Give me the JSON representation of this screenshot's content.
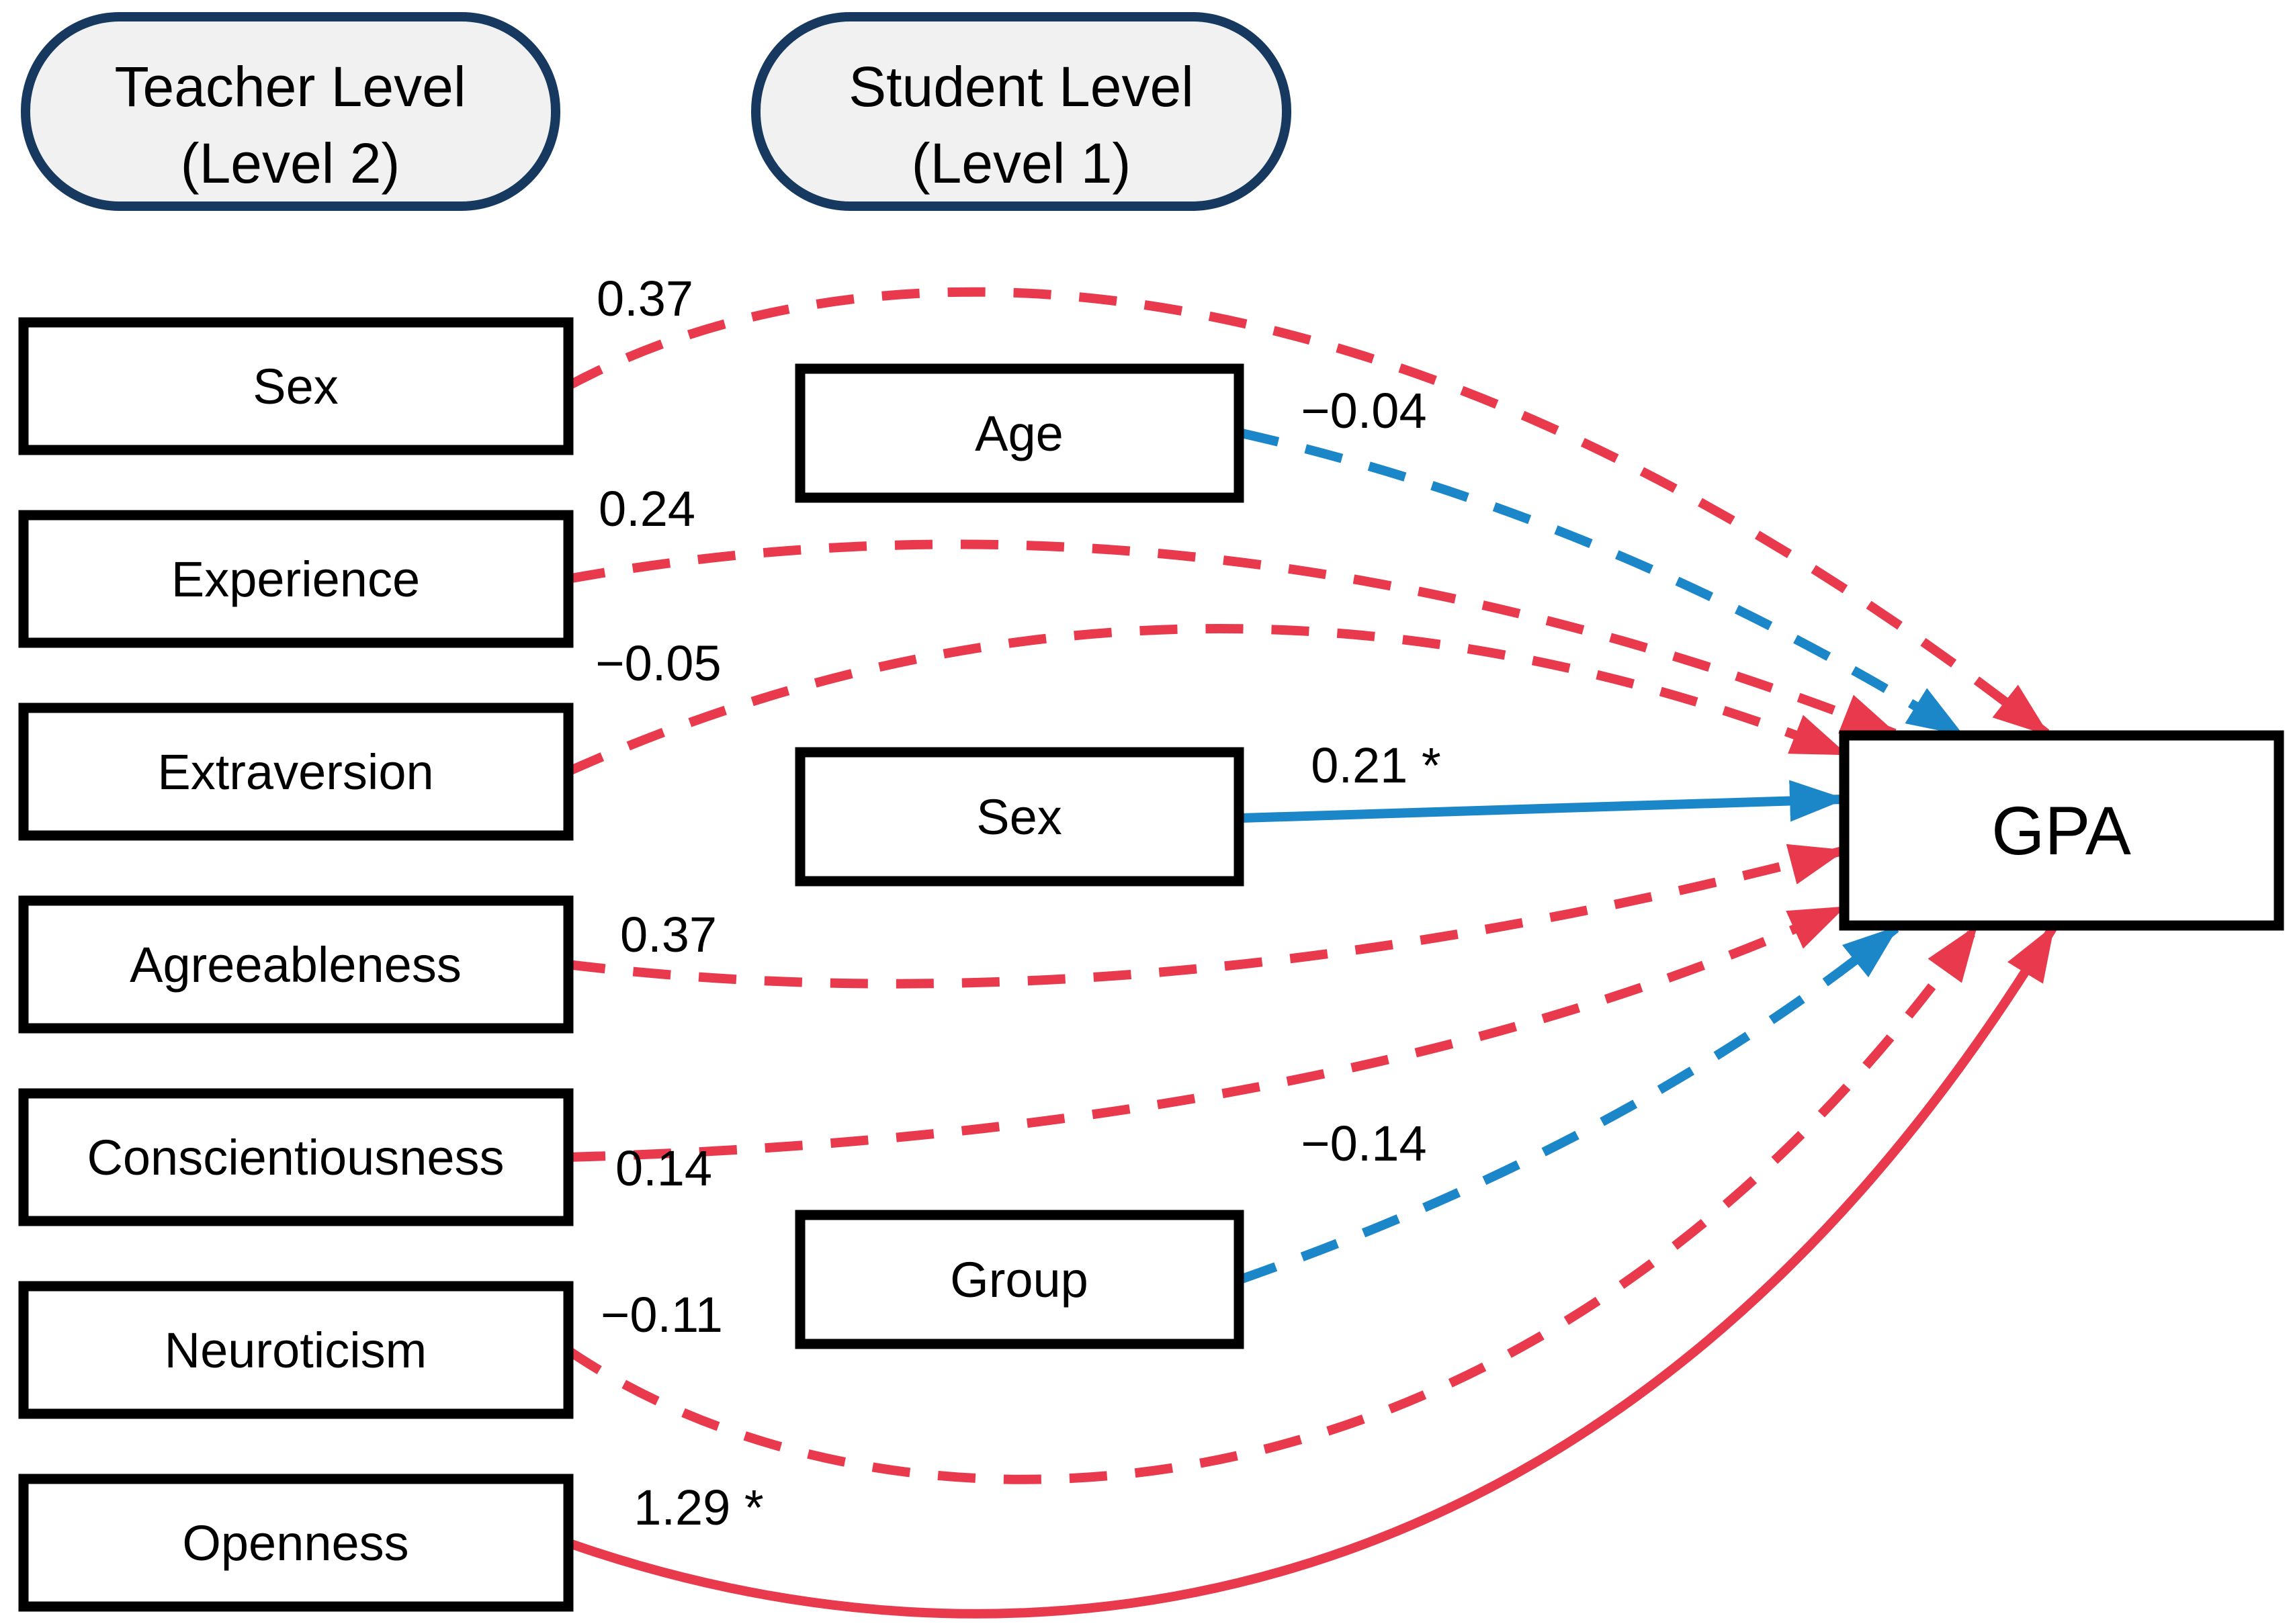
{
  "diagram": {
    "level_headers": [
      {
        "id": "teacher",
        "line1": "Teacher Level",
        "line2": "(Level 2)"
      },
      {
        "id": "student",
        "line1": "Student Level",
        "line2": "(Level 1)"
      }
    ],
    "outcome_label": "GPA",
    "teacher_predictors": [
      {
        "label": "Sex",
        "coefficient": "0.37",
        "significant": false
      },
      {
        "label": "Experience",
        "coefficient": "0.24",
        "significant": false
      },
      {
        "label": "Extraversion",
        "coefficient": "−0.05",
        "significant": false
      },
      {
        "label": "Agreeableness",
        "coefficient": "0.37",
        "significant": false
      },
      {
        "label": "Conscientiousness",
        "coefficient": "0.14",
        "significant": false
      },
      {
        "label": "Neuroticism",
        "coefficient": "−0.11",
        "significant": false
      },
      {
        "label": "Openness",
        "coefficient": "1.29 *",
        "significant": true
      }
    ],
    "student_predictors": [
      {
        "label": "Age",
        "coefficient": "−0.04",
        "significant": false
      },
      {
        "label": "Sex",
        "coefficient": "0.21 *",
        "significant": true
      },
      {
        "label": "Group",
        "coefficient": "−0.14",
        "significant": false
      }
    ],
    "colors": {
      "teacher_path": "#E83A4C",
      "student_path": "#1B87C9",
      "header_border": "#17395F",
      "header_fill": "#F1F1F1",
      "node_border": "#000000",
      "node_fill": "#FFFFFF",
      "label_text": "#000000"
    }
  }
}
